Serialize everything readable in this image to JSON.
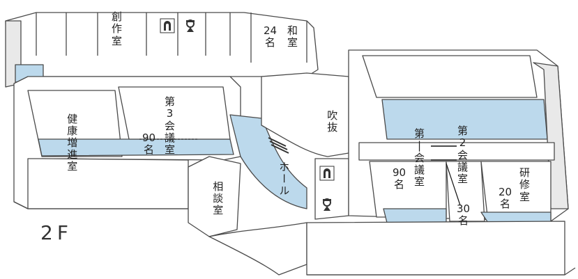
{
  "colors": {
    "outline": "#4a4a4a",
    "wall": "#ffffff",
    "wall_shade": "#e9e9e9",
    "water_blue": "#bcd9ec"
  },
  "floor": {
    "label": "2F"
  },
  "rooms": {
    "sousaku": "創\n作\n室",
    "washitsu": "和\n室",
    "washitsu_cap": "24\n名",
    "kenko": "健康増進室",
    "dai3": "第\n3\n会\n議\n室",
    "dai3_cap": "90\n名",
    "soudan": "相談室",
    "hall": "ホール",
    "fukinuke": "吹抜",
    "dai1": "第\n|\n会\n議\n室",
    "dai1_cap": "90\n名",
    "dai2": "第\n2\n会\n議\n室",
    "dai2_cap": "30\n名",
    "kenshu": "研\n修\n室",
    "kenshu_cap": "20\n名"
  },
  "icons": {
    "mens_wc_top": "mens-restroom-icon",
    "womens_wc_top": "womens-restroom-icon",
    "mens_wc_mid": "mens-restroom-icon",
    "womens_wc_mid": "womens-restroom-icon"
  }
}
